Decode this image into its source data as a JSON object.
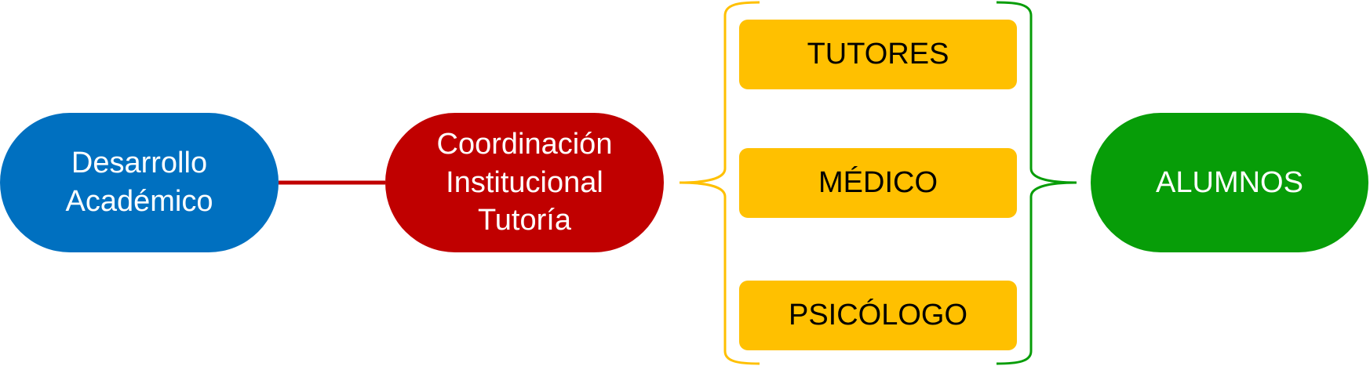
{
  "diagram": {
    "nodes": {
      "desarrollo": "Desarrollo\nAcadémico",
      "coordinacion": "Coordinación\nInstitucional\nTutoría",
      "alumnos": "ALUMNOS"
    },
    "roles": [
      {
        "label": "TUTORES"
      },
      {
        "label": "MÉDICO"
      },
      {
        "label": "PSICÓLOGO"
      }
    ]
  },
  "colors": {
    "blue": "#0070c0",
    "red": "#c00000",
    "green": "#079d08",
    "yellow": "#ffc000",
    "bracket_yellow": "#ffc000",
    "bracket_green": "#079d08"
  }
}
